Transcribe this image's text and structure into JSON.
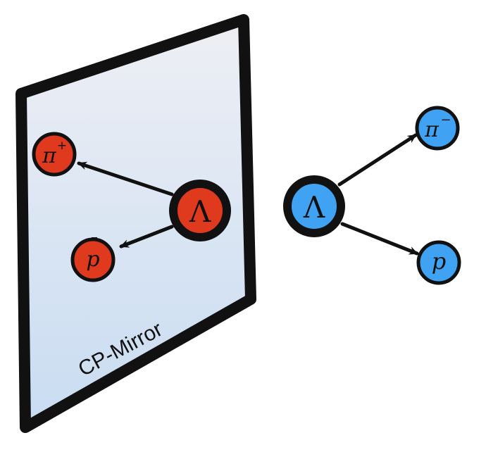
{
  "mirror": {
    "label": "CP-Mirror"
  },
  "particles": {
    "antilambda": {
      "symbol": "Λ",
      "bar": "¯",
      "color": "#e03a1e"
    },
    "pi_plus": {
      "symbol": "π",
      "superscript": "+",
      "color": "#e03a1e"
    },
    "antiproton": {
      "symbol": "p",
      "bar": "¯",
      "color": "#e03a1e"
    },
    "lambda": {
      "symbol": "Λ",
      "color": "#3fa2f2"
    },
    "pi_minus": {
      "symbol": "π",
      "superscript": "−",
      "color": "#3fa2f2"
    },
    "proton": {
      "symbol": "p",
      "color": "#3fa2f2"
    }
  },
  "colors": {
    "outline": "#111111",
    "mirror_top": "#eeeff4",
    "mirror_bottom": "#c8dcf2",
    "arrow": "#111111"
  }
}
